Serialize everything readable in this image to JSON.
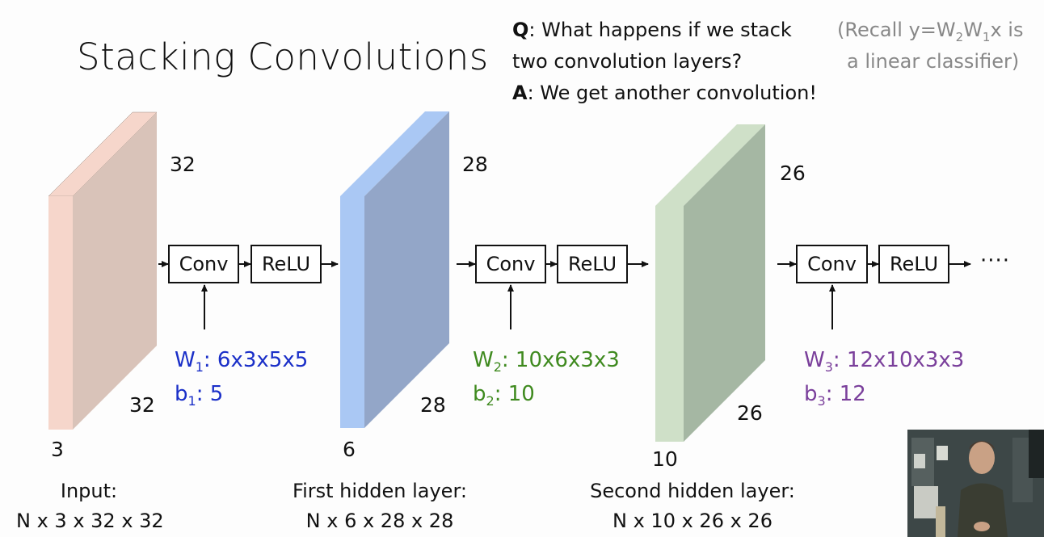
{
  "title": "Stacking Convolutions",
  "qa": {
    "q_label": "Q",
    "q_text_line1": ": What happens if we stack",
    "q_text_line2": "two convolution layers?",
    "a_label": "A",
    "a_text": ": We get another convolution!",
    "recall_line1_pre": "(Recall y=W",
    "recall_sub1": "2",
    "recall_mid": "W",
    "recall_sub2": "1",
    "recall_post": "x is",
    "recall_line2": "a linear classifier)"
  },
  "layers": [
    {
      "height": "32",
      "width": "32",
      "depth": "3",
      "caption_line1": "Input:",
      "caption_line2": "N x 3 x 32 x 32"
    },
    {
      "height": "28",
      "width": "28",
      "depth": "6",
      "caption_line1": "First hidden layer:",
      "caption_line2": "N x 6 x 28 x 28"
    },
    {
      "height": "26",
      "width": "26",
      "depth": "10",
      "caption_line1": "Second hidden layer:",
      "caption_line2": "N x 10 x 26 x 26"
    }
  ],
  "ops": {
    "conv": "Conv",
    "relu": "ReLU",
    "ellipsis": "····"
  },
  "weights": [
    {
      "w_label": "W",
      "w_sub": "1",
      "w_value": ": 6x3x5x5",
      "b_label": "b",
      "b_sub": "1",
      "b_value": ": 5",
      "color": "#1a2fc8"
    },
    {
      "w_label": "W",
      "w_sub": "2",
      "w_value": ": 10x6x3x3",
      "b_label": "b",
      "b_sub": "2",
      "b_value": ": 10",
      "color": "#3f8a1f"
    },
    {
      "w_label": "W",
      "w_sub": "3",
      "w_value": ": 12x10x3x3",
      "b_label": "b",
      "b_sub": "3",
      "b_value": ": 12",
      "color": "#7a3f9b"
    }
  ],
  "colors": {
    "input_front": "#f6d6cb",
    "input_side": "#d9c3b9",
    "hidden1_front": "#aac8f4",
    "hidden1_side": "#93a6c8",
    "hidden2_front": "#cfe0c8",
    "hidden2_side": "#a5b7a3"
  }
}
